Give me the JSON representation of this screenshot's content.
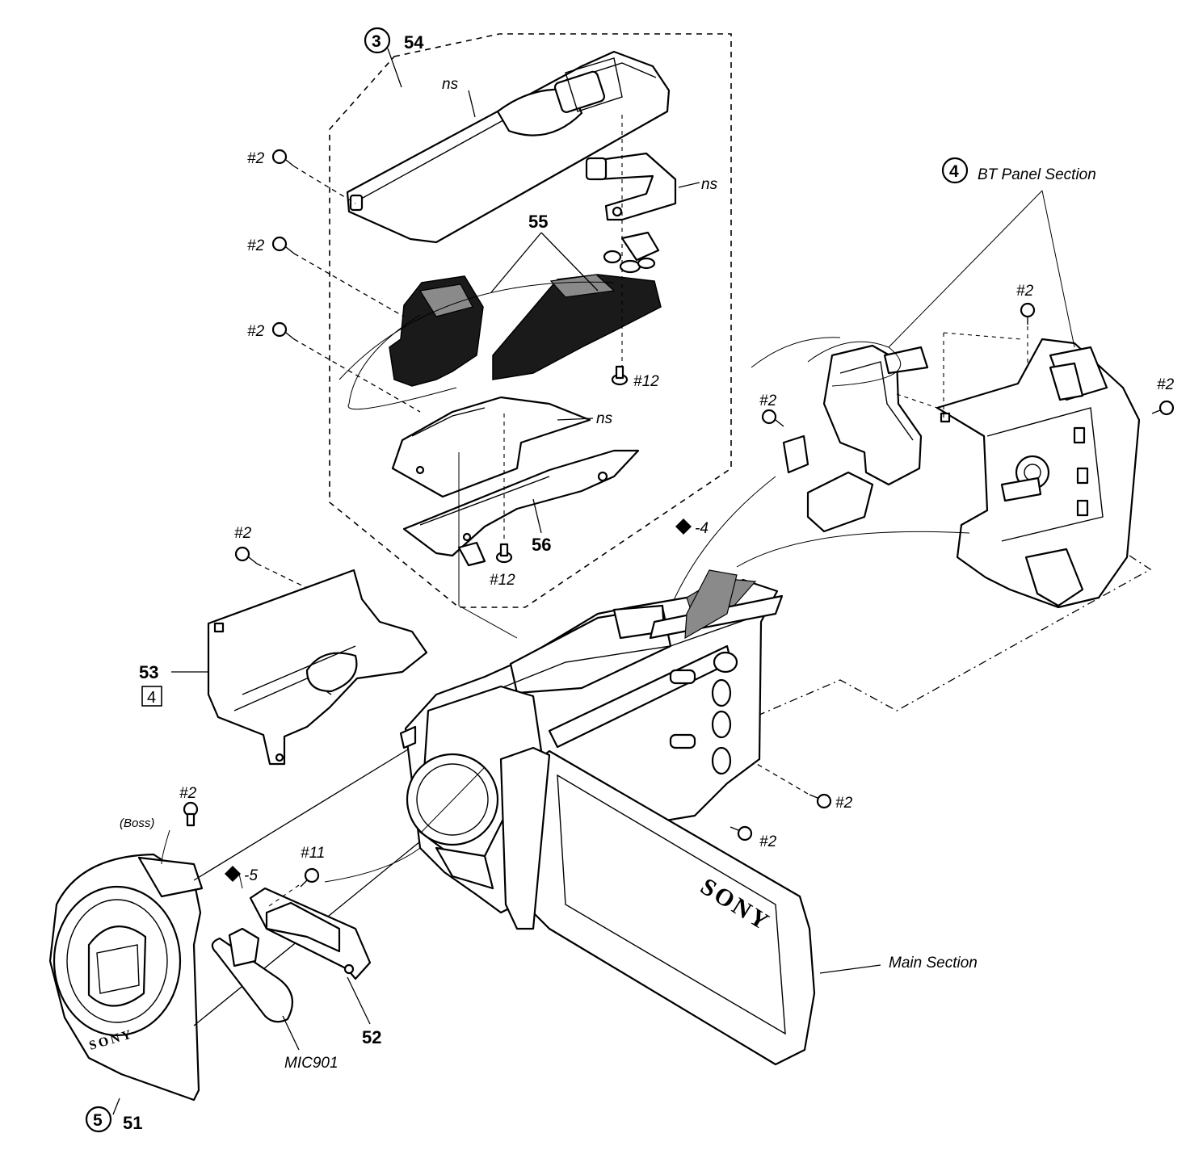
{
  "diagram": {
    "labels": {
      "ref_3": "3",
      "part_54": "54",
      "ns_top_cover": "ns",
      "ns_bracket_top": "ns",
      "ns_plate": "ns",
      "part_55": "55",
      "part_56": "56",
      "part_53": "53",
      "ref_53_box": "4",
      "part_52": "52",
      "part_51": "51",
      "ref_5": "5",
      "ref_4": "4",
      "bt_panel": "BT Panel Section",
      "main_section": "Main Section",
      "mic": "MIC901",
      "boss": "(Boss)",
      "flex_4": "-4",
      "flex_5": "-5",
      "screw_2a": "#2",
      "screw_2b": "#2",
      "screw_2c": "#2",
      "screw_2d": "#2",
      "screw_2e": "#2",
      "screw_2f": "#2",
      "screw_2g": "#2",
      "screw_2h": "#2",
      "screw_2i": "#2",
      "screw_2j": "#2",
      "screw_12a": "#12",
      "screw_12b": "#12",
      "screw_11": "#11",
      "logo_lcd": "SONY",
      "logo_ring": "SONY"
    },
    "icons": {
      "flex_marker": "black-diamond",
      "ref_marker": "circled-number",
      "screw": "screw-icon"
    }
  }
}
